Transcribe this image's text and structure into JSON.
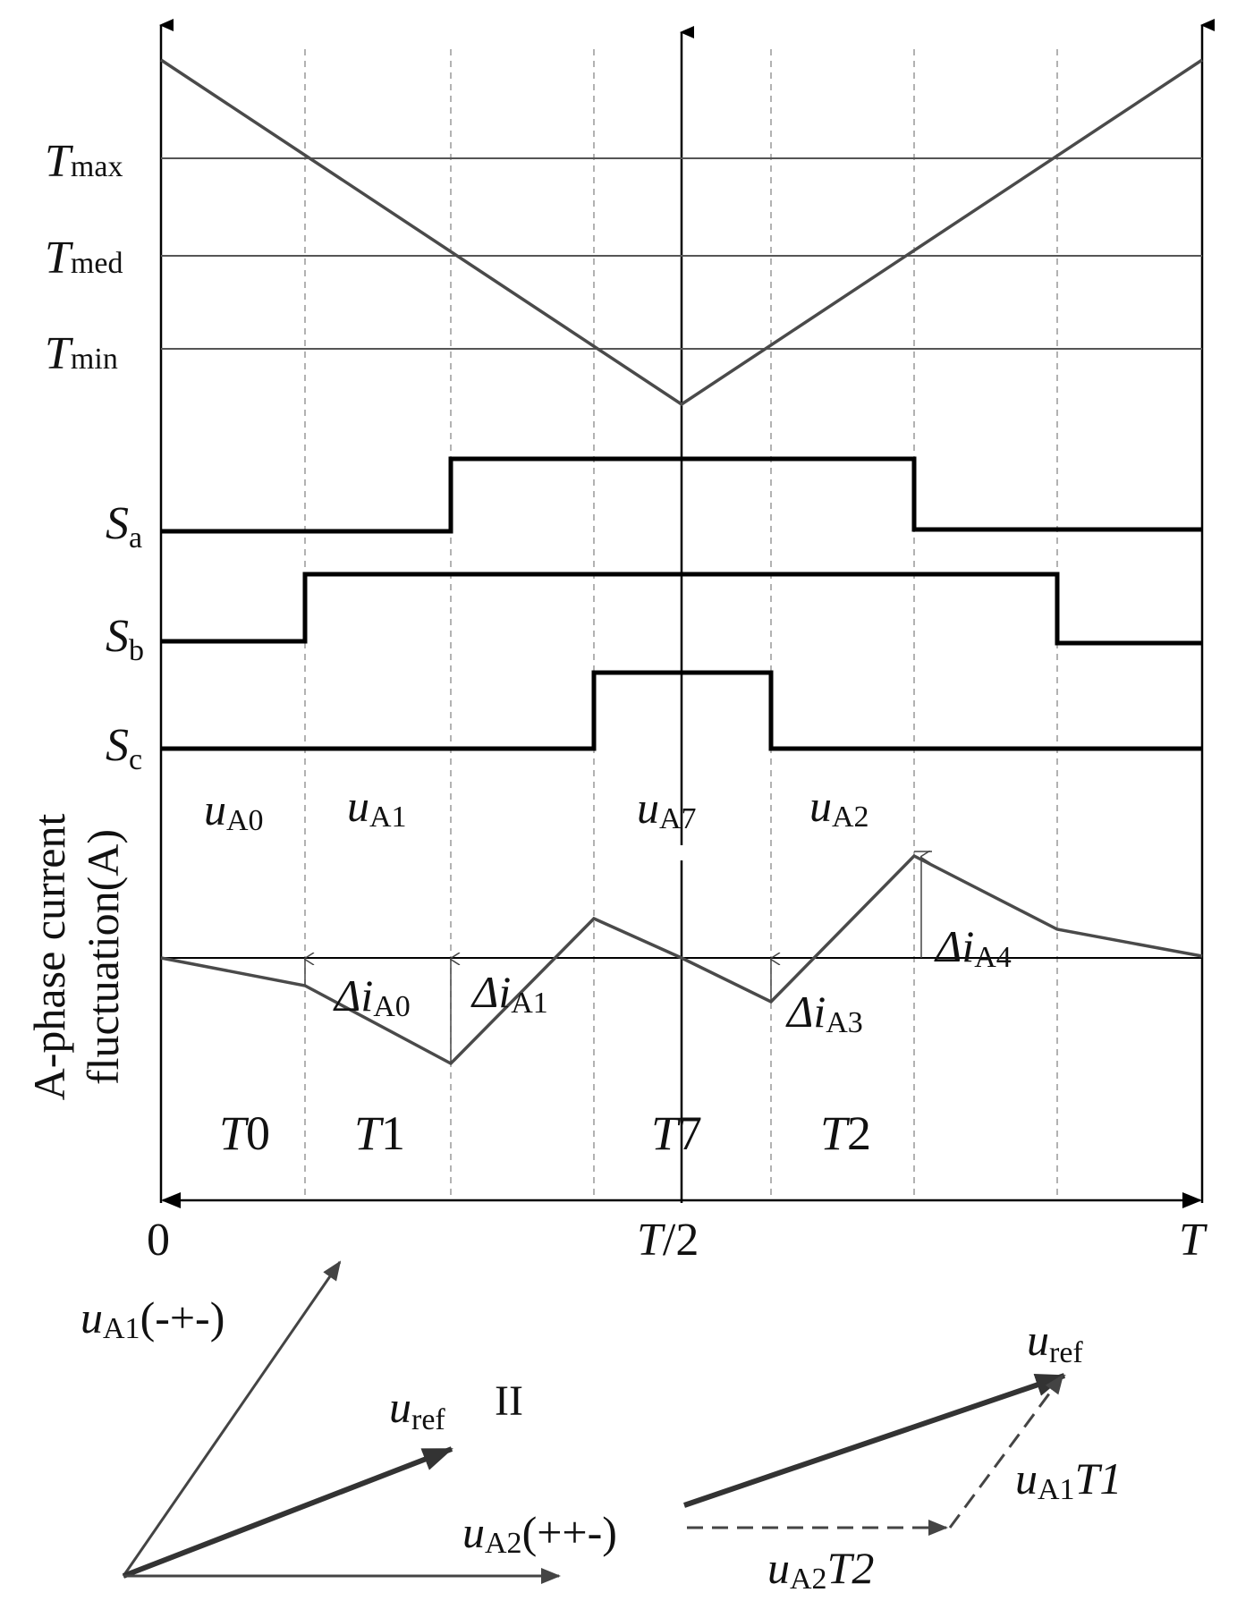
{
  "threshold_labels": [
    {
      "main": "T",
      "sub": "max"
    },
    {
      "main": "T",
      "sub": "med"
    },
    {
      "main": "T",
      "sub": "min"
    }
  ],
  "switch_labels": [
    {
      "main": "S",
      "sub": "a"
    },
    {
      "main": "S",
      "sub": "b"
    },
    {
      "main": "S",
      "sub": "c"
    }
  ],
  "vector_labels": [
    {
      "main": "u",
      "sub": "A0"
    },
    {
      "main": "u",
      "sub": "A1"
    },
    {
      "main": "u",
      "sub": "A7"
    },
    {
      "main": "u",
      "sub": "A2"
    }
  ],
  "delta_labels": [
    {
      "main": "Δi",
      "sub": "A0"
    },
    {
      "main": "Δi",
      "sub": "A1"
    },
    {
      "main": "Δi",
      "sub": "A3"
    },
    {
      "main": "Δi",
      "sub": "A4"
    }
  ],
  "interval_labels": [
    {
      "main": "T",
      "rest": "0"
    },
    {
      "main": "T",
      "rest": "1"
    },
    {
      "main": "T",
      "rest": "7"
    },
    {
      "main": "T",
      "rest": "2"
    }
  ],
  "axis_labels": {
    "zero": "0",
    "half_main": "T",
    "half_rest": "/2",
    "full": "T"
  },
  "y_axis_label_line1": "A-phase current",
  "y_axis_label_line2": "fluctuation(A)",
  "phasor_left": {
    "ua1_main": "u",
    "ua1_sub": "A1",
    "ua1_rest": "(-+-)",
    "uref_main": "u",
    "uref_sub": "ref",
    "sector": "II",
    "ua2_main": "u",
    "ua2_sub": "A2",
    "ua2_rest": "(++-)"
  },
  "phasor_right": {
    "uref_main": "u",
    "uref_sub": "ref",
    "ua1t1_main": "u",
    "ua1t1_sub": "A1",
    "ua1t1_rest": "T1",
    "ua2t2_main": "u",
    "ua2t2_sub": "A2",
    "ua2t2_rest": "T2"
  },
  "colors": {
    "carrier": "#4a4a4a",
    "switch": "#000000",
    "grid": "#888888",
    "threshold": "#555555"
  }
}
